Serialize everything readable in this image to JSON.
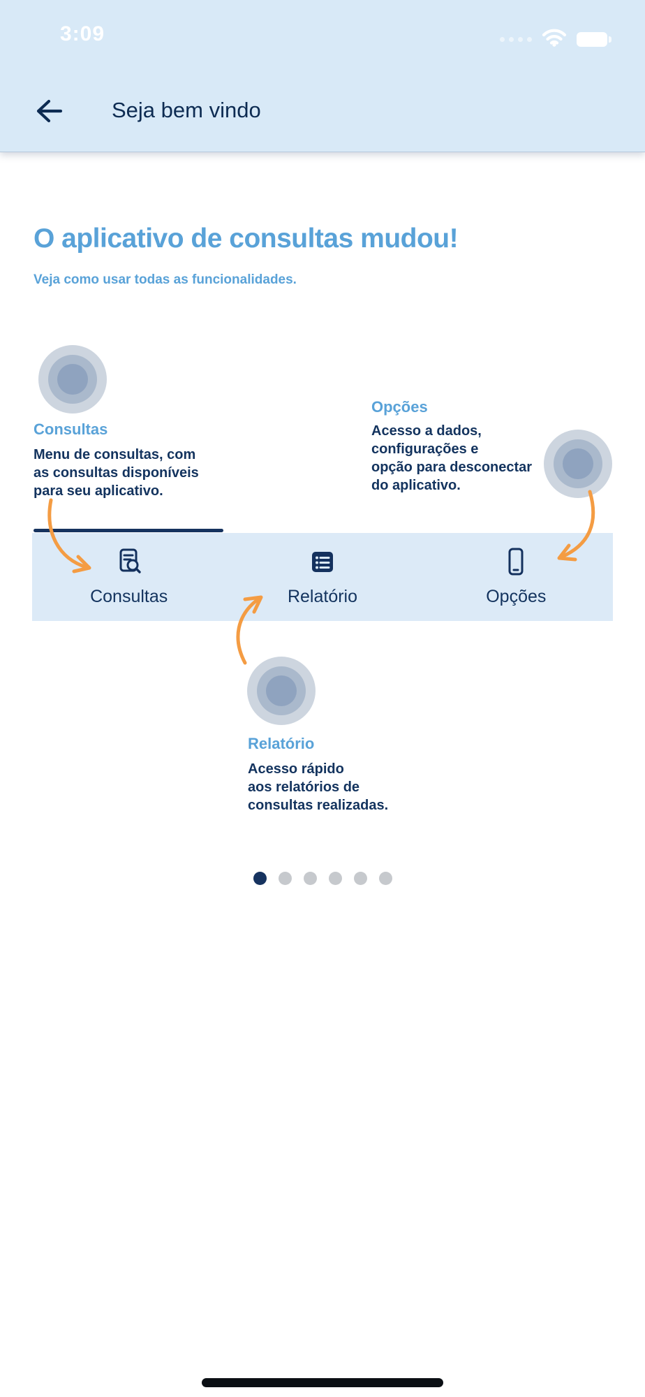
{
  "status_bar": {
    "time": "3:09"
  },
  "header": {
    "title": "Seja bem vindo"
  },
  "intro": {
    "title": "O aplicativo de consultas mudou!",
    "subtitle": "Veja como usar todas as funcionalidades."
  },
  "callouts": {
    "consultas": {
      "title": "Consultas",
      "body": "Menu de consultas, com\nas consultas disponíveis\npara seu aplicativo."
    },
    "opcoes": {
      "title": "Opções",
      "body": "Acesso a dados,\nconfigurações e\nopção para desconectar\ndo aplicativo."
    },
    "relatorio": {
      "title": "Relatório",
      "body": "Acesso rápido\naos relatórios de\nconsultas realizadas."
    }
  },
  "tab_bar": {
    "tabs": [
      {
        "label": "Consultas",
        "icon": "document-search-icon",
        "active": true
      },
      {
        "label": "Relatório",
        "icon": "report-list-icon",
        "active": false
      },
      {
        "label": "Opções",
        "icon": "smartphone-icon",
        "active": false
      }
    ]
  },
  "pagination": {
    "dots_total": 6,
    "active_index": 0
  },
  "colors": {
    "header_bg": "#D8E9F7",
    "accent_blue": "#59A2D8",
    "navy_text": "#13335E",
    "tab_bar_bg": "#DCEAF7",
    "arrow_orange": "#F49C43",
    "dot_active": "#16335F",
    "dot_inactive": "#C6C9CD"
  }
}
